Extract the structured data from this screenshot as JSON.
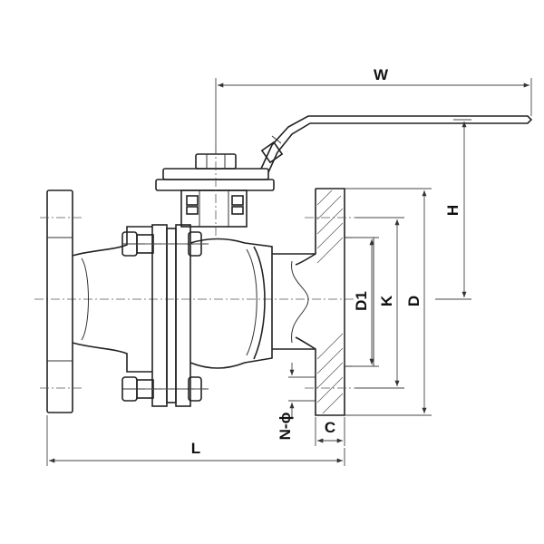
{
  "drawing": {
    "dimension_labels": {
      "W": "W",
      "H": "H",
      "D1": "D1",
      "K": "K",
      "D": "D",
      "L": "L",
      "C": "C",
      "N_phi": "N-ϕ"
    }
  }
}
